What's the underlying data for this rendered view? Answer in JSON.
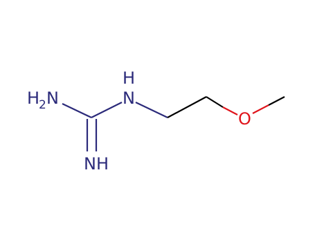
{
  "molecule": {
    "name": "",
    "colors": {
      "nitrogen": "#2b2a7a",
      "oxygen": "#e0141b",
      "carbon": "#000000"
    },
    "labels": {
      "nh2_main": "H",
      "nh2_n": "N",
      "nh2_sub": "2",
      "imine_nh": "NH",
      "amine_h": "H",
      "amine_n": "N",
      "oxygen": "O"
    }
  }
}
